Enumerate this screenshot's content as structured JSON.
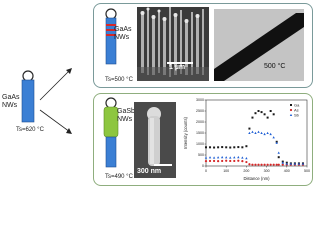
{
  "left": {
    "nw_label": "GaAs\nNWs",
    "temp": "Ts=620 °C"
  },
  "top_panel": {
    "nw_label": "GaAs\nNWs",
    "temp": "Ts=500 °C",
    "sem_scale": "1 µm",
    "tem_temp": "500 °C"
  },
  "bottom_panel": {
    "nw_label": "GaSb\nNWs",
    "temp": "Ts=490 °C",
    "sem_scale": "300 nm"
  },
  "colors": {
    "gaas": "#3b7fd4",
    "gasb": "#8dc63f",
    "droplet_border": "#2a2a2a",
    "ga": "#1a1a1a",
    "as": "#d62728",
    "sb": "#1f5fd4"
  },
  "chart_data": {
    "type": "scatter",
    "xlabel": "Distance (nm)",
    "ylabel": "Intensity (counts)",
    "xlim": [
      0,
      500
    ],
    "ylim": [
      0,
      3000
    ],
    "xticks": [
      "0",
      "100",
      "200",
      "300",
      "400",
      "500"
    ],
    "yticks": [
      "0",
      "500",
      "1000",
      "1500",
      "2000",
      "2500",
      "3000"
    ],
    "legend_position": "top-right",
    "series": [
      {
        "name": "Ga",
        "marker": "square",
        "color": "#1a1a1a",
        "x": [
          0,
          20,
          40,
          60,
          80,
          100,
          120,
          140,
          160,
          180,
          200,
          215,
          230,
          245,
          260,
          275,
          290,
          305,
          320,
          335,
          350,
          360,
          380,
          400,
          420,
          440,
          460,
          480
        ],
        "y": [
          850,
          850,
          840,
          850,
          860,
          850,
          840,
          850,
          860,
          850,
          900,
          1700,
          2200,
          2400,
          2500,
          2450,
          2350,
          2200,
          2500,
          2350,
          1100,
          400,
          200,
          150,
          120,
          120,
          120,
          120
        ]
      },
      {
        "name": "As",
        "marker": "circle",
        "color": "#d62728",
        "x": [
          0,
          20,
          40,
          60,
          80,
          100,
          120,
          140,
          160,
          180,
          200,
          215,
          230,
          245,
          260,
          275,
          290,
          305,
          320,
          335,
          350,
          360,
          380,
          400,
          420,
          440,
          460,
          480
        ],
        "y": [
          220,
          230,
          230,
          220,
          230,
          240,
          230,
          230,
          240,
          220,
          180,
          80,
          60,
          60,
          60,
          60,
          60,
          60,
          60,
          60,
          60,
          60,
          60,
          60,
          60,
          60,
          60,
          60
        ]
      },
      {
        "name": "Sb",
        "marker": "triangle",
        "color": "#1f5fd4",
        "x": [
          0,
          20,
          40,
          60,
          80,
          100,
          120,
          140,
          160,
          180,
          200,
          215,
          230,
          245,
          260,
          275,
          290,
          305,
          320,
          335,
          350,
          360,
          380,
          400,
          420,
          440,
          460,
          480
        ],
        "y": [
          380,
          390,
          380,
          390,
          400,
          390,
          380,
          390,
          400,
          380,
          350,
          1500,
          1550,
          1500,
          1550,
          1500,
          1450,
          1500,
          1450,
          1300,
          1050,
          600,
          150,
          100,
          100,
          100,
          100,
          100
        ]
      }
    ]
  }
}
